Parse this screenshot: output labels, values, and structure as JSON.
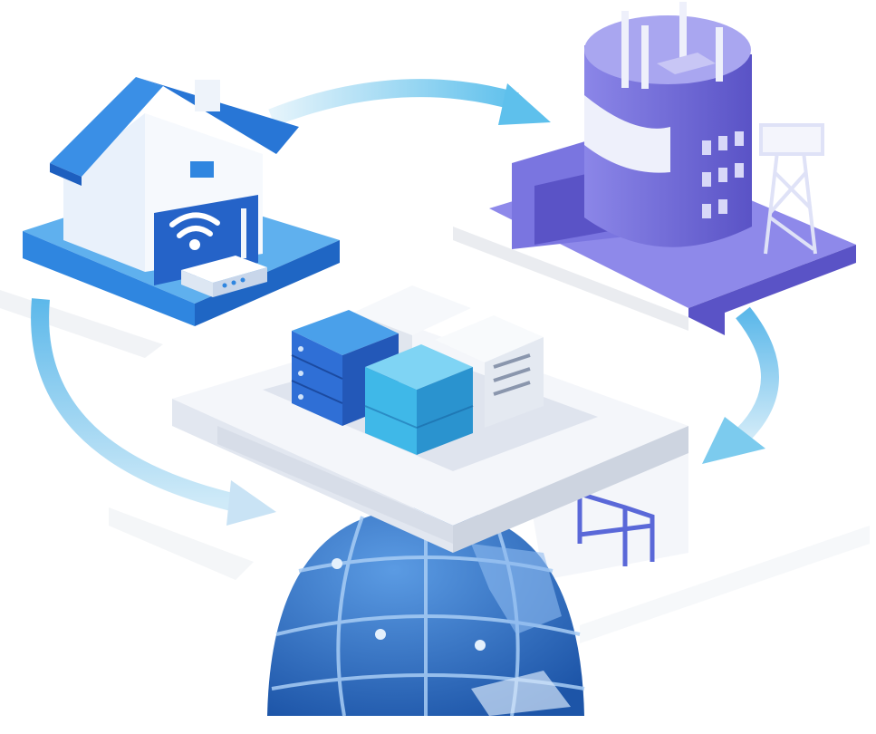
{
  "illustration": {
    "nodes": [
      {
        "id": "home",
        "icon": "house-with-router-icon"
      },
      {
        "id": "provider",
        "icon": "office-building-with-cell-tower-icon"
      },
      {
        "id": "datacenter",
        "icon": "server-platform-icon"
      },
      {
        "id": "internet",
        "icon": "globe-icon"
      }
    ],
    "flow": [
      "home",
      "provider",
      "datacenter",
      "internet"
    ],
    "colors": {
      "home_blue": "#2f86e0",
      "roof_blue": "#3a8fe6",
      "building_purple": "#6d68d8",
      "building_dark": "#4f48b8",
      "server_blue": "#2f6fd6",
      "server_cyan": "#3fb8e8",
      "globe_blue": "#2f6fc7",
      "arrow_cyan": "#6cc6ee",
      "platform_white": "#eef2f8"
    }
  }
}
